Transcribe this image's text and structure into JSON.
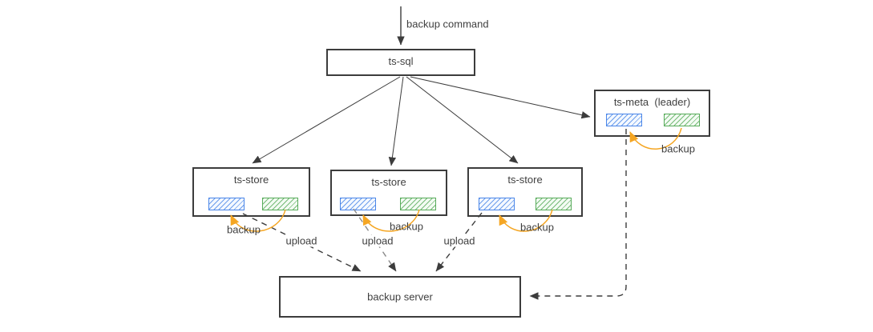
{
  "diagram": {
    "labels": {
      "backup_command": "backup command",
      "upload": [
        "upload",
        "upload",
        "upload"
      ],
      "backup": [
        "backup",
        "backup",
        "backup",
        "backup"
      ]
    },
    "nodes": {
      "ts_sql": {
        "label": "ts-sql"
      },
      "ts_store_1": {
        "label": "ts-store"
      },
      "ts_store_2": {
        "label": "ts-store"
      },
      "ts_store_3": {
        "label": "ts-store"
      },
      "ts_meta_leader": {
        "label": "ts-meta  (leader)"
      },
      "backup_server": {
        "label": "backup server"
      }
    },
    "colors": {
      "node_border": "#3c3c3c",
      "text": "#3f3f3f",
      "replica_blue_stroke": "#4a86e8",
      "replica_green_stroke": "#57ab5a",
      "backup_arrow_orange": "#f5a623",
      "upload_arrow_dark": "#3c3c3c",
      "upload_arrow_gray": "#8a8a8a"
    }
  }
}
